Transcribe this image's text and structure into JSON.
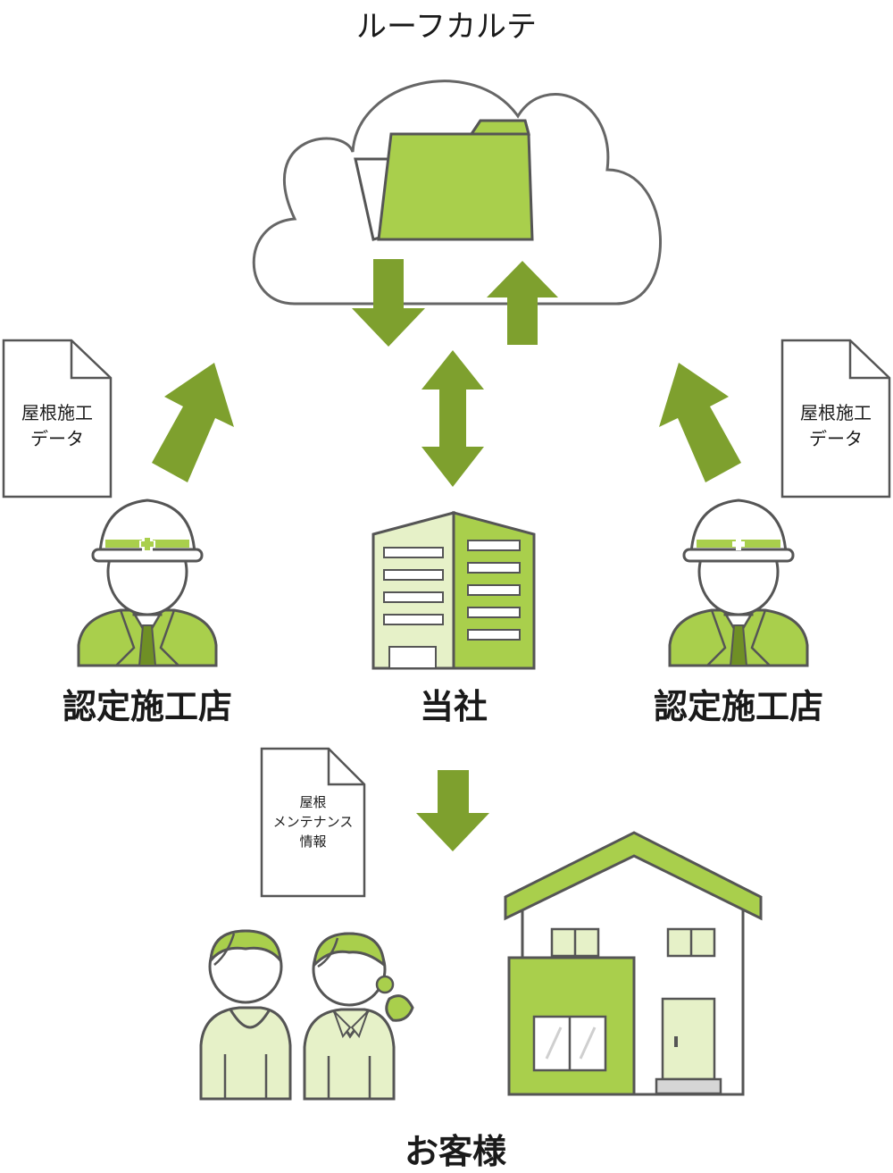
{
  "title": "ルーフカルテ",
  "docs": {
    "left": [
      "屋根施工",
      "データ"
    ],
    "right": [
      "屋根施工",
      "データ"
    ],
    "maintenance": [
      "屋根",
      "メンテナンス",
      "情報"
    ]
  },
  "labels": {
    "installer_left": "認定施工店",
    "company": "当社",
    "installer_right": "認定施工店",
    "customer": "お客様"
  },
  "colors": {
    "arrow": "#7ea02e",
    "green": "#a9cf4c",
    "light_green": "#e6f1c8",
    "outline": "#555555"
  }
}
